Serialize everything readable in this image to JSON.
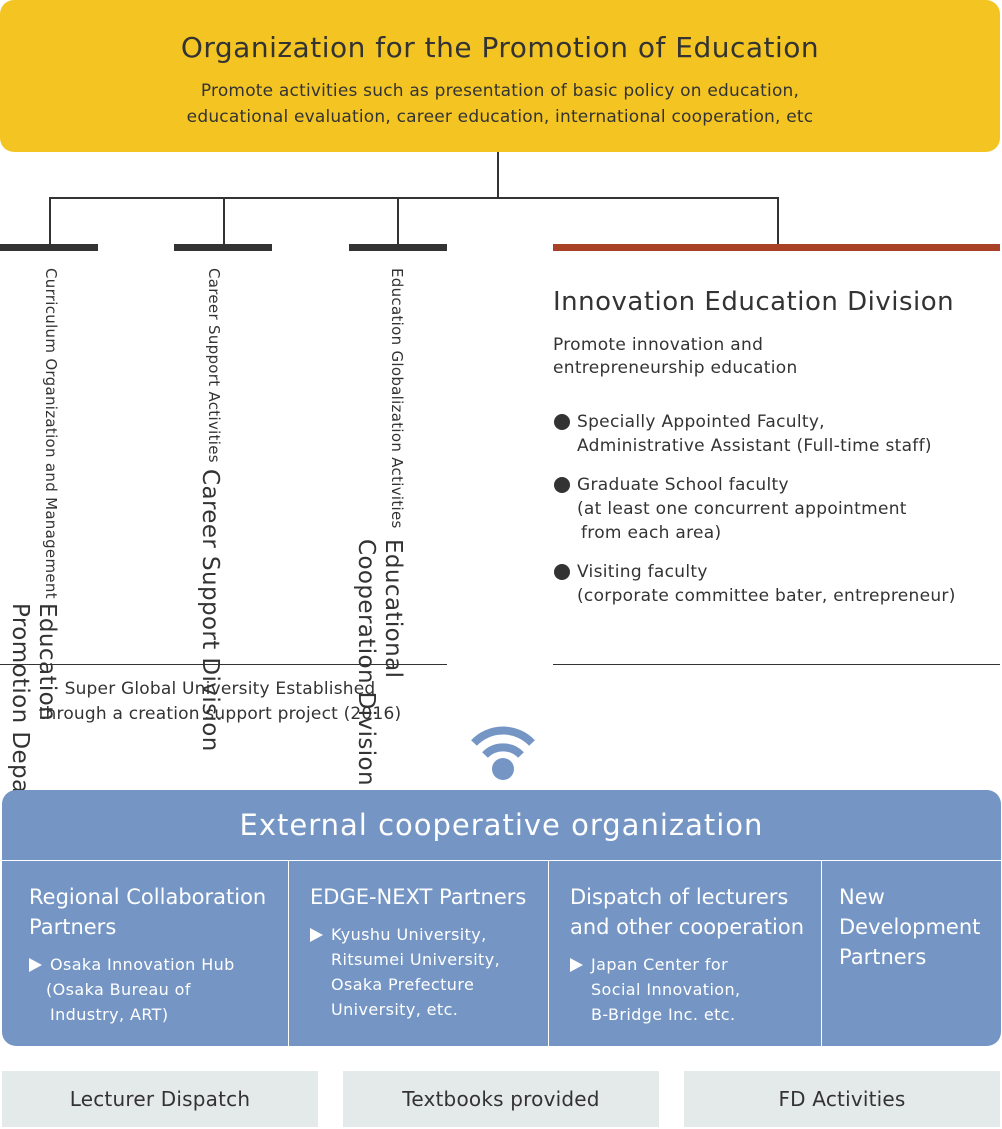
{
  "top": {
    "title": "Organization for the Promotion of Education",
    "description_lines": [
      "Promote activities such as presentation of basic policy on education,",
      "educational evaluation, career education, international cooperation, etc"
    ],
    "color": "#f4c522"
  },
  "divisions": [
    {
      "title_lines": [
        "Education",
        "Promotion Department"
      ],
      "subtitle": "Curriculum Organization and Management"
    },
    {
      "title_lines": [
        "Career Support Division"
      ],
      "subtitle": "Career Support Activities"
    },
    {
      "title_lines": [
        "Educational",
        "Cooperation Division"
      ],
      "subtitle": "Education Globalization Activities"
    }
  ],
  "innovation": {
    "title": "Innovation Education Division",
    "description_lines": [
      "Promote innovation and",
      "entrepreneurship education"
    ],
    "accent_color": "#a84126",
    "members": [
      {
        "lines": [
          "Specially Appointed Faculty,",
          "Administrative Assistant (Full-time staff)"
        ]
      },
      {
        "lines": [
          "Graduate School faculty",
          "(at least one concurrent appointment",
          "from each area)"
        ]
      },
      {
        "lines": [
          "Visiting faculty",
          "(corporate committee bater, entrepreneur)"
        ]
      }
    ]
  },
  "sgu_note": {
    "lines": [
      "Super Global University Established",
      "through a creation support project (2016)"
    ]
  },
  "connector_icon": "wireless-signal-icon",
  "external": {
    "title": "External cooperative organization",
    "color": "#7596c4",
    "columns": [
      {
        "title_lines": [
          "Regional Collaboration",
          "Partners"
        ],
        "body_lines": [
          "Osaka Innovation Hub",
          "(Osaka Bureau of",
          " Industry, ART)"
        ]
      },
      {
        "title_lines": [
          "EDGE-NEXT Partners"
        ],
        "body_lines": [
          "Kyushu University,",
          "Ritsumei University,",
          "Osaka Prefecture",
          "University, etc."
        ]
      },
      {
        "title_lines": [
          "Dispatch of lecturers",
          "and other cooperation"
        ],
        "body_lines": [
          "Japan Center for",
          "Social Innovation,",
          "B-Bridge Inc. etc."
        ]
      },
      {
        "title_lines": [
          "New",
          "Development",
          "Partners"
        ],
        "body_lines": []
      }
    ]
  },
  "activities": [
    "Lecturer Dispatch",
    "Textbooks provided",
    "FD Activities"
  ]
}
